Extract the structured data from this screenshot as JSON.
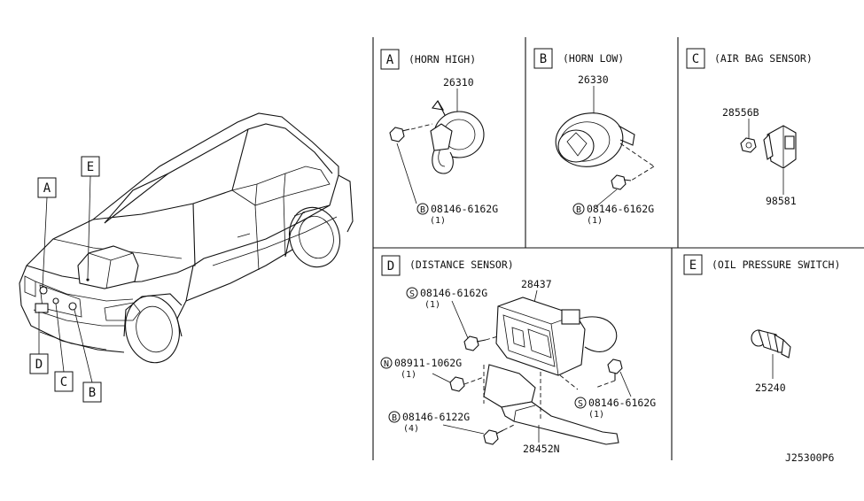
{
  "diagram_id": "J25300P6",
  "car_callouts": [
    "A",
    "B",
    "C",
    "D",
    "E"
  ],
  "panels": {
    "A": {
      "letter": "A",
      "title": "(HORN HIGH)",
      "parts": {
        "main": "26310",
        "bolt": "08146-6162G",
        "bolt_prefix": "B",
        "bolt_qty": "(1)"
      }
    },
    "B": {
      "letter": "B",
      "title": "(HORN LOW)",
      "parts": {
        "main": "26330",
        "bolt": "08146-6162G",
        "bolt_prefix": "B",
        "bolt_qty": "(1)"
      }
    },
    "C": {
      "letter": "C",
      "title": "(AIR BAG SENSOR)",
      "parts": {
        "nut": "28556B",
        "sensor": "98581"
      }
    },
    "D": {
      "letter": "D",
      "title": "(DISTANCE SENSOR)",
      "parts": {
        "sensor": "28437",
        "bracket": "28452N",
        "screw1": "08146-6162G",
        "screw1_prefix": "S",
        "screw1_qty": "(1)",
        "nut": "08911-1062G",
        "nut_prefix": "N",
        "nut_qty": "(1)",
        "screw2": "08146-6162G",
        "screw2_prefix": "S",
        "screw2_qty": "(1)",
        "bolt": "08146-6122G",
        "bolt_prefix": "B",
        "bolt_qty": "(4)"
      }
    },
    "E": {
      "letter": "E",
      "title": "(OIL PRESSURE SWITCH)",
      "parts": {
        "switch": "25240"
      }
    }
  }
}
